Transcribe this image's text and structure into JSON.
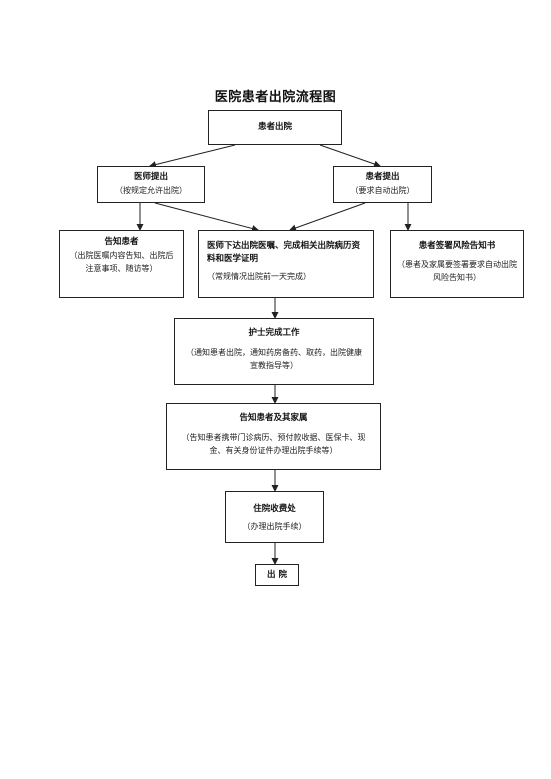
{
  "title": "医院患者出院流程图",
  "nodes": {
    "discharge": {
      "head": "患者出院"
    },
    "doctor": {
      "head": "医师提出",
      "sub": "（按规定允许出院）"
    },
    "patient": {
      "head": "患者提出",
      "sub": "（要求自动出院）"
    },
    "inform": {
      "head": "告知患者",
      "sub": "（出院医嘱内容告知、出院后注意事项、随访等）"
    },
    "orders": {
      "head": "医师下达出院医嘱、完成相关出院病历资料和医学证明",
      "sub": "（常规情况出院前一天完成）"
    },
    "risk": {
      "head": "患者签署风险告知书",
      "sub": "（患者及家属要签署要求自动出院风险告知书）"
    },
    "nurse": {
      "head": "护士完成工作",
      "sub": "（通知患者出院，通知药房备药、取药，出院健康宣教指导等）"
    },
    "family": {
      "head": "告知患者及其家属",
      "sub": "（告知患者携带门诊病历、预付款收据、医保卡、现金、有关身份证件办理出院手续等）"
    },
    "billing": {
      "head": "住院收费处",
      "sub": "（办理出院手续）"
    },
    "exit": {
      "head": "出 院"
    }
  }
}
